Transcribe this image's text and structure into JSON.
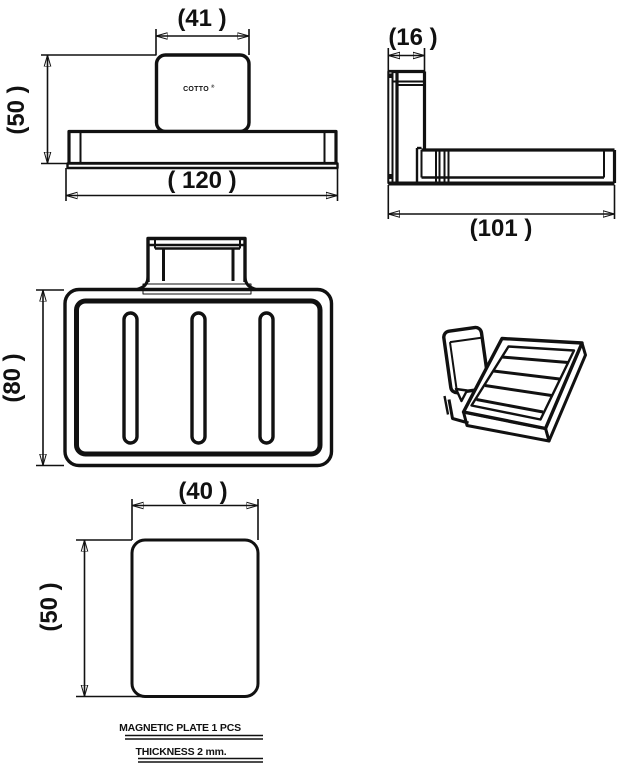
{
  "page": {
    "background": "#ffffff",
    "line_color": "#111111",
    "type": "technical-dimension-drawing"
  },
  "views": {
    "front": {
      "dim_top": "(41 )",
      "dim_left": "(50 )",
      "dim_bottom": "( 120  )",
      "logo": "COTTO",
      "logo_reg": "®"
    },
    "side": {
      "dim_top": "(16 )",
      "dim_bottom": "(101 )"
    },
    "top": {
      "dim_left": "(80 )"
    },
    "magnetic_plate": {
      "dim_top": "(40 )",
      "dim_left": "(50 )"
    }
  },
  "notes": {
    "line1": "MAGNETIC PLATE 1 PCS",
    "line2": "THICKNESS 2 mm."
  }
}
